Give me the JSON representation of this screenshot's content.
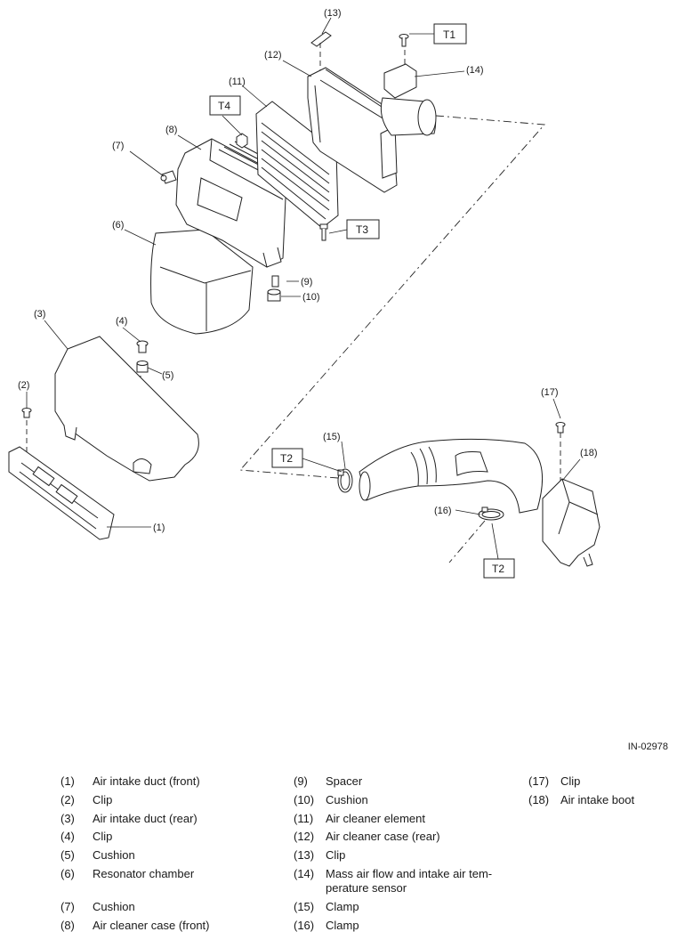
{
  "figure_id": "IN-02978",
  "callouts": [
    "(1)",
    "(2)",
    "(3)",
    "(4)",
    "(5)",
    "(6)",
    "(7)",
    "(8)",
    "(9)",
    "(10)",
    "(11)",
    "(12)",
    "(13)",
    "(14)",
    "(15)",
    "(16)",
    "(17)",
    "(18)"
  ],
  "torque_labels": {
    "t1": "T1",
    "t2a": "T2",
    "t2b": "T2",
    "t3": "T3",
    "t4": "T4"
  },
  "legend": [
    {
      "num": "(1)",
      "name": "Air intake duct (front)"
    },
    {
      "num": "(2)",
      "name": "Clip"
    },
    {
      "num": "(3)",
      "name": "Air intake duct (rear)"
    },
    {
      "num": "(4)",
      "name": "Clip"
    },
    {
      "num": "(5)",
      "name": "Cushion"
    },
    {
      "num": "(6)",
      "name": "Resonator chamber"
    },
    {
      "num": "(7)",
      "name": "Cushion"
    },
    {
      "num": "(8)",
      "name": "Air cleaner case (front)"
    },
    {
      "num": "(9)",
      "name": "Spacer"
    },
    {
      "num": "(10)",
      "name": "Cushion"
    },
    {
      "num": "(11)",
      "name": "Air cleaner element"
    },
    {
      "num": "(12)",
      "name": "Air cleaner case (rear)"
    },
    {
      "num": "(13)",
      "name": "Clip"
    },
    {
      "num": "(14)",
      "name": "Mass air flow and intake air tem-perature sensor"
    },
    {
      "num": "(15)",
      "name": "Clamp"
    },
    {
      "num": "(16)",
      "name": "Clamp"
    },
    {
      "num": "(17)",
      "name": "Clip"
    },
    {
      "num": "(18)",
      "name": "Air intake boot"
    }
  ]
}
